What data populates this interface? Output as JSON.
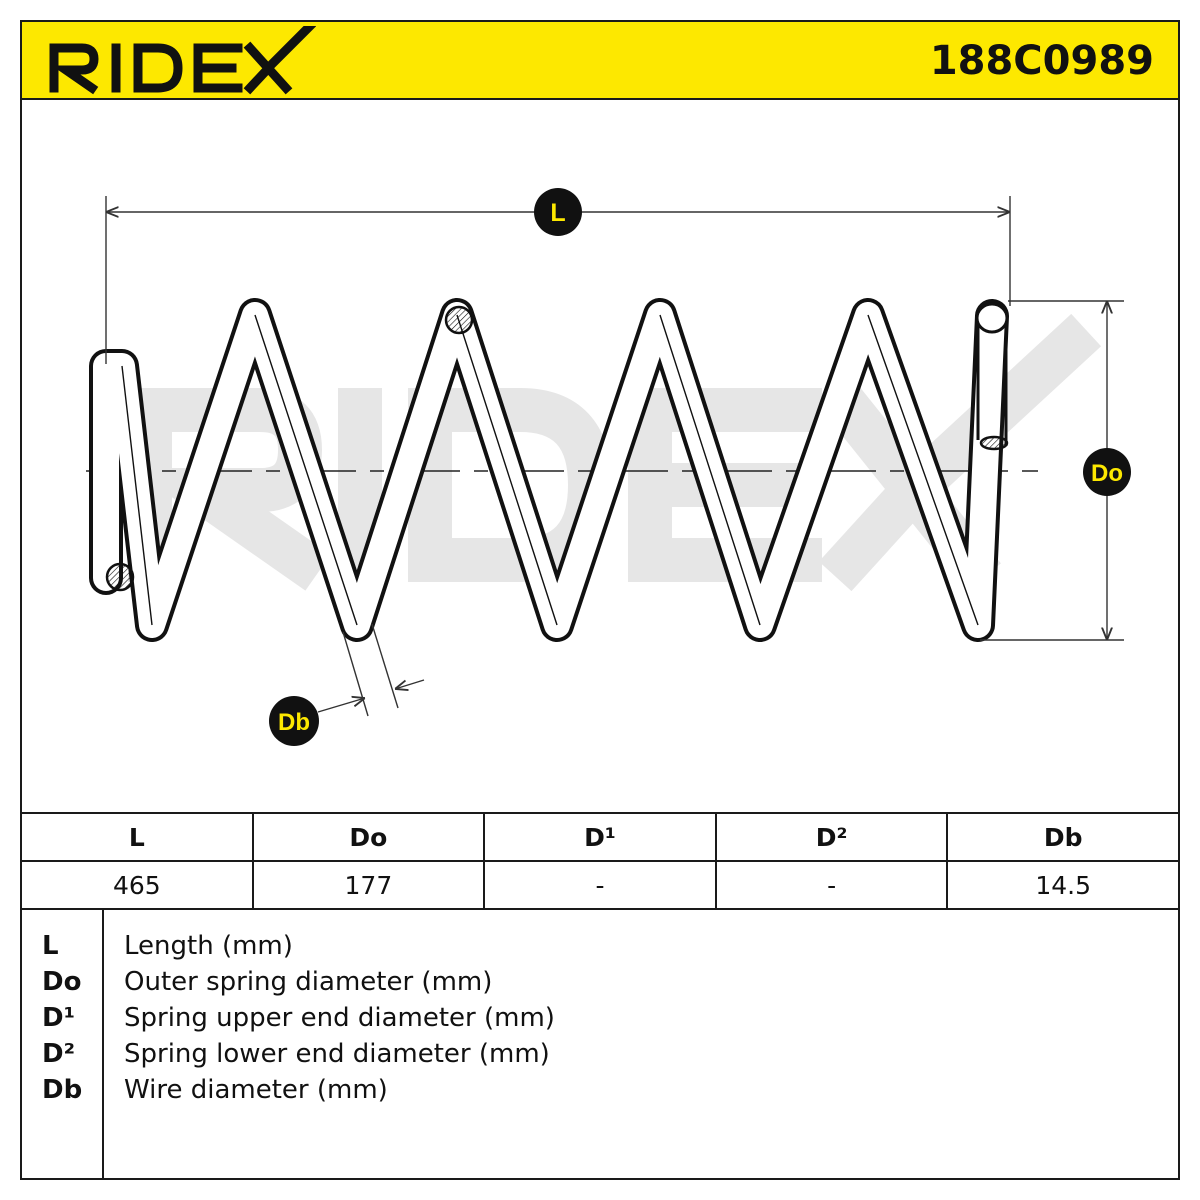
{
  "brand": {
    "logo_text": "RIDEX",
    "part_number": "188C0989",
    "header_color": "#fde800"
  },
  "drawing": {
    "watermark_text": "RIDEX",
    "labels": {
      "length": "L",
      "outer_diameter": "Do",
      "wire_diameter": "Db"
    }
  },
  "spec_table": {
    "headers": [
      "L",
      "Do",
      "D¹",
      "D²",
      "Db"
    ],
    "values": [
      "465",
      "177",
      "-",
      "-",
      "14.5"
    ]
  },
  "legend": [
    {
      "symbol": "L",
      "description": "Length (mm)"
    },
    {
      "symbol": "Do",
      "description": "Outer spring diameter (mm)"
    },
    {
      "symbol": "D¹",
      "description": "Spring upper end diameter (mm)"
    },
    {
      "symbol": "D²",
      "description": "Spring lower end diameter (mm)"
    },
    {
      "symbol": "Db",
      "description": "Wire diameter (mm)"
    }
  ]
}
